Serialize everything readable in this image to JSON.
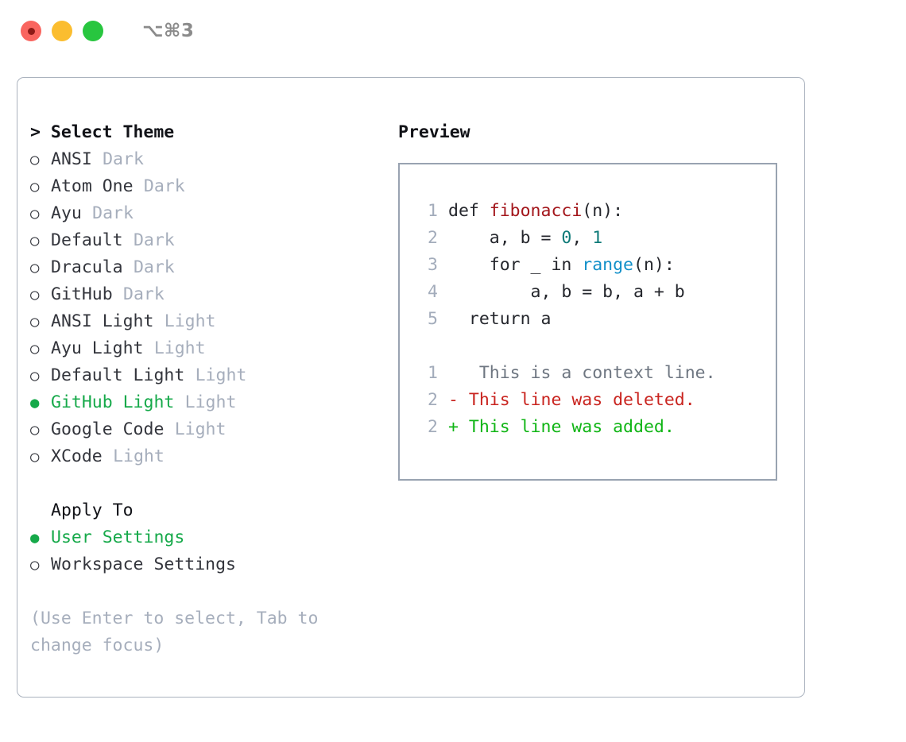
{
  "titlebar": {
    "shortcut": "⌥⌘3",
    "buttons": [
      {
        "name": "close",
        "color": "#f9655f"
      },
      {
        "name": "minimize",
        "color": "#fbbd2f"
      },
      {
        "name": "zoom",
        "color": "#28c63f"
      }
    ]
  },
  "theme_picker": {
    "header": "> Select Theme",
    "bullet_selected": "●",
    "bullet_unselected": "○",
    "themes": [
      {
        "label": "ANSI",
        "tag": "Dark",
        "selected": false
      },
      {
        "label": "Atom One",
        "tag": "Dark",
        "selected": false
      },
      {
        "label": "Ayu",
        "tag": "Dark",
        "selected": false
      },
      {
        "label": "Default",
        "tag": "Dark",
        "selected": false
      },
      {
        "label": "Dracula",
        "tag": "Dark",
        "selected": false
      },
      {
        "label": "GitHub",
        "tag": "Dark",
        "selected": false
      },
      {
        "label": "ANSI Light",
        "tag": "Light",
        "selected": false
      },
      {
        "label": "Ayu Light",
        "tag": "Light",
        "selected": false
      },
      {
        "label": "Default Light",
        "tag": "Light",
        "selected": false
      },
      {
        "label": "GitHub Light",
        "tag": "Light",
        "selected": true
      },
      {
        "label": "Google Code",
        "tag": "Light",
        "selected": false
      },
      {
        "label": "XCode",
        "tag": "Light",
        "selected": false
      }
    ]
  },
  "apply_to": {
    "header": "Apply To",
    "options": [
      {
        "label": "User Settings",
        "selected": true
      },
      {
        "label": "Workspace Settings",
        "selected": false
      }
    ]
  },
  "hint": "(Use Enter to select, Tab to change focus)",
  "preview": {
    "header": "Preview",
    "code_lines": [
      {
        "lineno": "1",
        "tokens": [
          {
            "text": "def ",
            "cls": "tok-def"
          },
          {
            "text": "fibonacci",
            "cls": "tok-fn"
          },
          {
            "text": "(n):",
            "cls": "tok-plain"
          }
        ]
      },
      {
        "lineno": "2",
        "tokens": [
          {
            "text": "    a, b = ",
            "cls": "tok-plain"
          },
          {
            "text": "0",
            "cls": "tok-num"
          },
          {
            "text": ", ",
            "cls": "tok-plain"
          },
          {
            "text": "1",
            "cls": "tok-num"
          }
        ]
      },
      {
        "lineno": "3",
        "tokens": [
          {
            "text": "    for _ in ",
            "cls": "tok-plain"
          },
          {
            "text": "range",
            "cls": "tok-call"
          },
          {
            "text": "(n):",
            "cls": "tok-plain"
          }
        ]
      },
      {
        "lineno": "4",
        "tokens": [
          {
            "text": "        a, b = b, a + b",
            "cls": "tok-plain"
          }
        ]
      },
      {
        "lineno": "5",
        "tokens": [
          {
            "text": "  return a",
            "cls": "tok-plain"
          }
        ]
      }
    ],
    "diff_lines": [
      {
        "lineno": "1",
        "marker": " ",
        "text": "  This is a context line.",
        "cls": "diff-ctx"
      },
      {
        "lineno": "2",
        "marker": "-",
        "text": " This line was deleted.",
        "cls": "diff-del"
      },
      {
        "lineno": "2",
        "marker": "+",
        "text": " This line was added.",
        "cls": "diff-add"
      }
    ]
  },
  "colors": {
    "accent_green": "#16a94a",
    "tag_gray": "#a6aebc",
    "text_dark": "#33353c",
    "border": "#aab2be",
    "code_border": "#99a3b1",
    "diff_delete": "#c9241f",
    "diff_add": "#10b515",
    "diff_context": "#6e7681",
    "token_function": "#a3161b",
    "token_number": "#0e7a78",
    "token_call": "#1290c9"
  }
}
